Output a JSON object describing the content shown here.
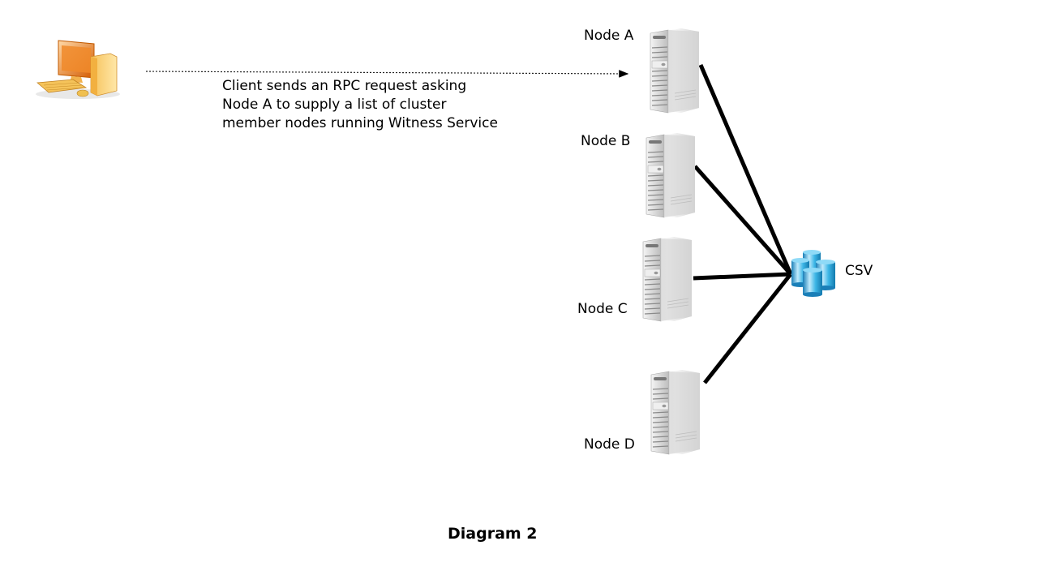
{
  "diagram": {
    "caption": "Diagram 2",
    "client": {
      "icon": "desktop-computer-icon"
    },
    "message": {
      "lines": [
        "Client sends an RPC request asking",
        "Node A to supply a list of cluster",
        "member nodes running Witness Service"
      ],
      "from": "client",
      "to": "Node A",
      "style": "dotted-arrow"
    },
    "nodes": [
      {
        "id": "A",
        "label": "Node A",
        "icon": "server-tower-icon"
      },
      {
        "id": "B",
        "label": "Node B",
        "icon": "server-tower-icon"
      },
      {
        "id": "C",
        "label": "Node C",
        "icon": "server-tower-icon"
      },
      {
        "id": "D",
        "label": "Node D",
        "icon": "server-tower-icon"
      }
    ],
    "storage": {
      "label": "CSV",
      "icon": "cluster-storage-icon",
      "color": "#29a8dc"
    },
    "connections": [
      "A-CSV",
      "B-CSV",
      "C-CSV",
      "D-CSV"
    ]
  }
}
